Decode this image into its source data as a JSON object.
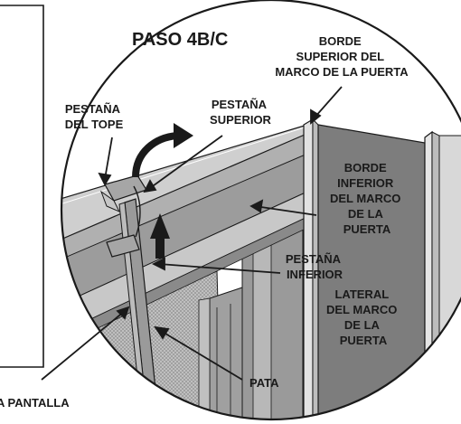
{
  "title": "PASO 4B/C",
  "labels": {
    "top_rail": [
      "BORDE",
      "SUPERIOR DEL",
      "MARCO DE LA PUERTA"
    ],
    "stop_tab": [
      "PESTAÑA",
      "DEL TOPE"
    ],
    "upper_tab": [
      "PESTAÑA",
      "SUPERIOR"
    ],
    "bottom_edge": [
      "BORDE",
      "INFERIOR",
      "DEL MARCO",
      "DE LA",
      "PUERTA"
    ],
    "lower_tab": [
      "PESTAÑA",
      "INFERIOR"
    ],
    "side_frame": [
      "LATERAL",
      "DEL MARCO",
      "DE LA",
      "PUERTA"
    ],
    "leg": [
      "PATA"
    ],
    "screen": [
      "A PANTALLA"
    ]
  },
  "colors": {
    "outline": "#1a1a1a",
    "frame_light": "#c8c8c8",
    "frame_mid": "#a8a8a8",
    "frame_dark": "#8a8a8a",
    "panel_dark": "#7d7d7d",
    "screen_mesh": "#b5b5b5",
    "clip": "#9a9a9a"
  }
}
